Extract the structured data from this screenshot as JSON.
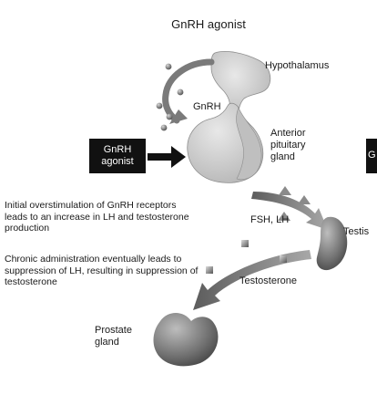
{
  "diagram": {
    "title": "GnRH agonist",
    "labels": {
      "hypothalamus": "Hypothalamus",
      "gnrh": "GnRH",
      "anterior_pituitary": [
        "Anterior",
        "pituitary",
        "gland"
      ],
      "fsh_lh": "FSH, LH",
      "testis": "Testis",
      "testosterone": "Testosterone",
      "prostate": [
        "Prostate",
        "gland"
      ]
    },
    "left_box": [
      "GnRH",
      "agonist"
    ],
    "right_box": "G",
    "notes": [
      "Initial overstimulation of GnRH receptors leads to an increase in LH and testosterone production",
      "Chronic administration eventually leads to suppression of LH, resulting in suppression of testosterone"
    ],
    "colors": {
      "organ_fill": "#cfcfcf",
      "organ_dark": "#7a7a7a",
      "arrow": "#8a8a8a",
      "box": "#111111"
    }
  }
}
